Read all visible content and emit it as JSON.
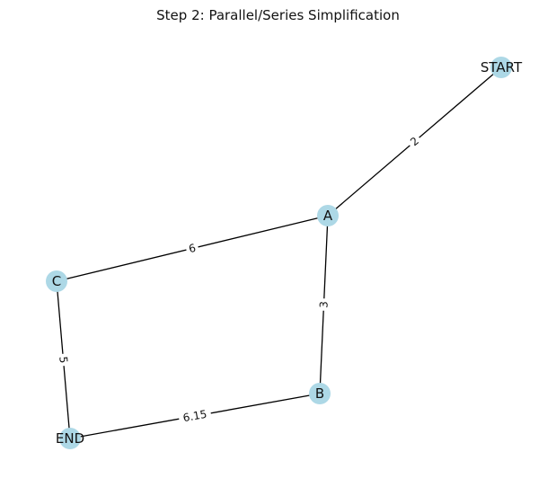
{
  "title": "Step 2: Parallel/Series Simplification",
  "colors": {
    "node_fill": "#add8e6",
    "edge": "#000000",
    "label_bg": "#ffffff"
  },
  "nodes": [
    {
      "id": "START",
      "label": "START"
    },
    {
      "id": "A",
      "label": "A"
    },
    {
      "id": "B",
      "label": "B"
    },
    {
      "id": "C",
      "label": "C"
    },
    {
      "id": "END",
      "label": "END"
    }
  ],
  "edges": [
    {
      "source": "START",
      "target": "A",
      "weight": "2"
    },
    {
      "source": "A",
      "target": "C",
      "weight": "6"
    },
    {
      "source": "A",
      "target": "B",
      "weight": "3"
    },
    {
      "source": "C",
      "target": "END",
      "weight": "5"
    },
    {
      "source": "B",
      "target": "END",
      "weight": "6.15"
    }
  ]
}
